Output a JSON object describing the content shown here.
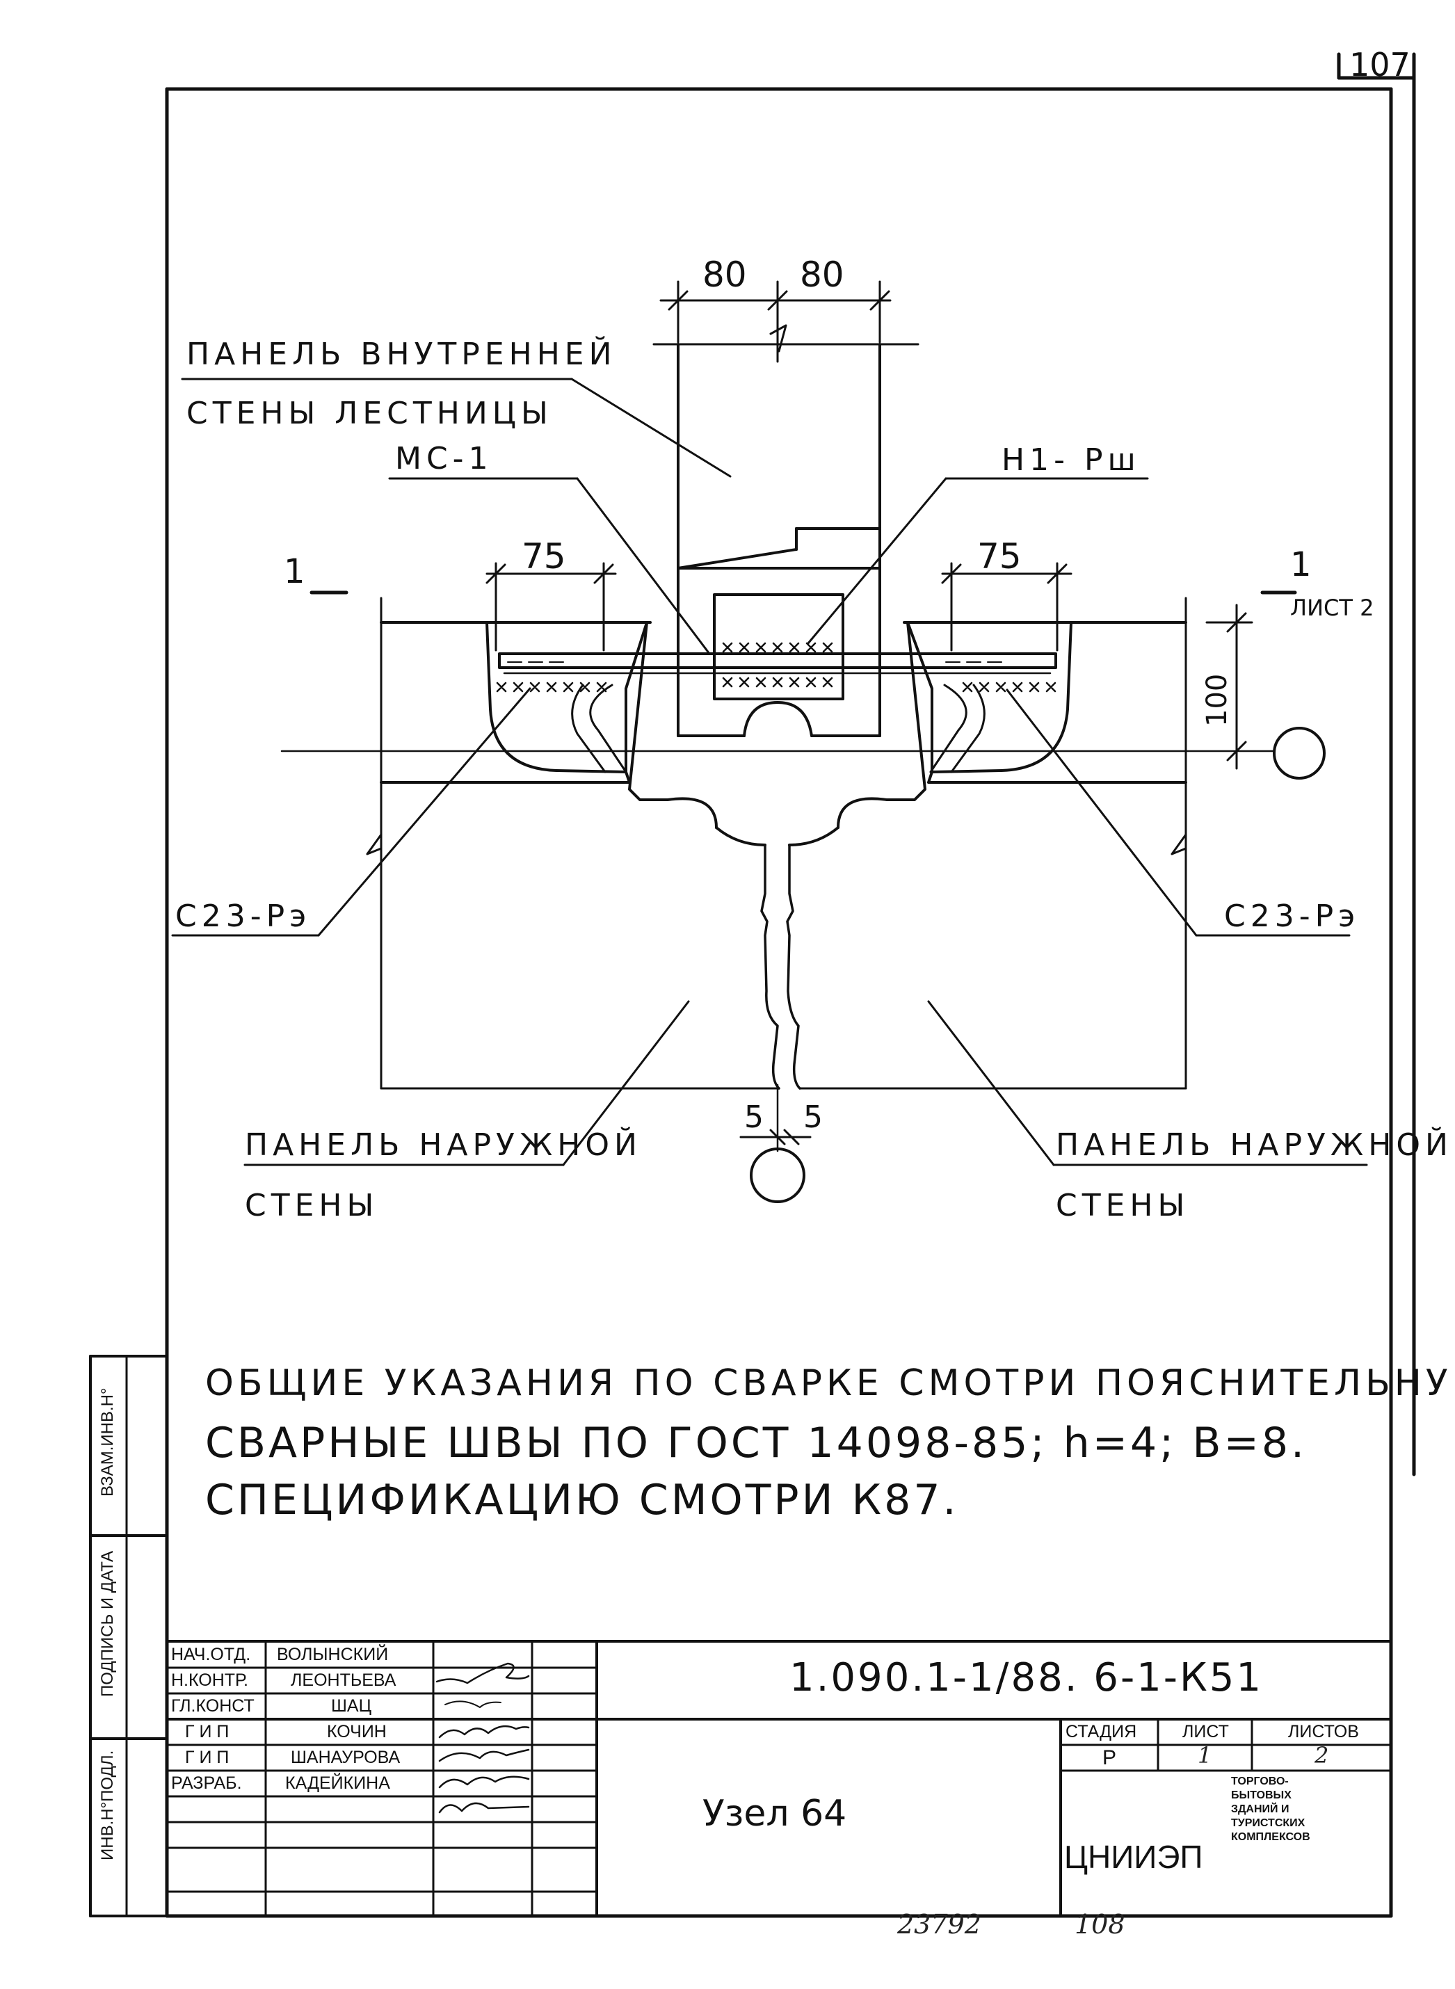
{
  "sheet_number": "107",
  "labels": {
    "inner_panel_line1": "ПАНЕЛЬ ВНУТРЕННЕЙ",
    "inner_panel_line2": "СТЕНЫ ЛЕСТНИЦЫ",
    "mc1": "МС-1",
    "h1": "Н1- Рш",
    "c23_left": "С23-Рэ",
    "c23_right": "С23-Рэ",
    "outer_panel_left_line1": "ПАНЕЛЬ НАРУЖНОЙ",
    "outer_panel_left_line2": "СТЕНЫ",
    "outer_panel_right_line1": "ПАНЕЛЬ НАРУЖНОЙ",
    "outer_panel_right_line2": "СТЕНЫ",
    "section_mark_left": "1",
    "section_mark_right": "1",
    "section_sheet_ref": "ЛИСТ 2"
  },
  "dimensions": {
    "top_left": "80",
    "top_right": "80",
    "weld_left": "75",
    "weld_right": "75",
    "height": "100",
    "gap_left": "5",
    "gap_right": "5"
  },
  "notes": [
    "ОБЩИЕ УКАЗАНИЯ ПО СВАРКЕ СМОТРИ ПОЯСНИТЕЛЬНУЮ ЗАПИСКУ.",
    "СВАРНЫЕ ШВЫ ПО ГОСТ 14098-85; h=4; В=8.",
    "СПЕЦИФИКАЦИЮ СМОТРИ К87."
  ],
  "margin_stamps": {
    "vzam": "ВЗАМ.ИНВ.Н°",
    "podpis": "ПОДПИСЬ И ДАТА",
    "inv": "ИНВ.Н°ПОДЛ."
  },
  "title_block": {
    "document_code": "1.090.1-1/88. 6-1-К51",
    "sheet_title": "Узел 64",
    "staff": [
      {
        "role": "НАЧ.ОТД.",
        "name": "ВОЛЫНСКИЙ"
      },
      {
        "role": "Н.КОНТР.",
        "name": "ЛЕОНТЬЕВА"
      },
      {
        "role": "ГЛ.КОНСТ",
        "name": "ШАЦ"
      },
      {
        "role": "Г И П",
        "name": "КОЧИН"
      },
      {
        "role": "Г И П",
        "name": "ШАНАУРОВА"
      },
      {
        "role": "РАЗРАБ.",
        "name": "КАДЕЙКИНА"
      }
    ],
    "stage_header": "СТАДИЯ",
    "sheet_header": "ЛИСТ",
    "sheets_header": "ЛИСТОВ",
    "stage_value": "Р",
    "sheet_value": "1",
    "sheets_value": "2",
    "organization": "ЦНИИЭП",
    "organization_subtitle": [
      "ТОРГОВО-",
      "БЫТОВЫХ",
      "ЗДАНИЙ И",
      "ТУРИСТСКИХ",
      "КОМПЛЕКСОВ"
    ]
  },
  "footer": {
    "number_left": "23792",
    "number_right": "108"
  }
}
